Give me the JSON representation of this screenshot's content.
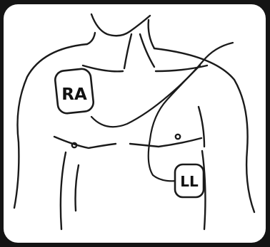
{
  "diagram": {
    "electrodes": [
      {
        "id": "ra",
        "label": "RA"
      },
      {
        "id": "ll",
        "label": "LL"
      }
    ]
  }
}
